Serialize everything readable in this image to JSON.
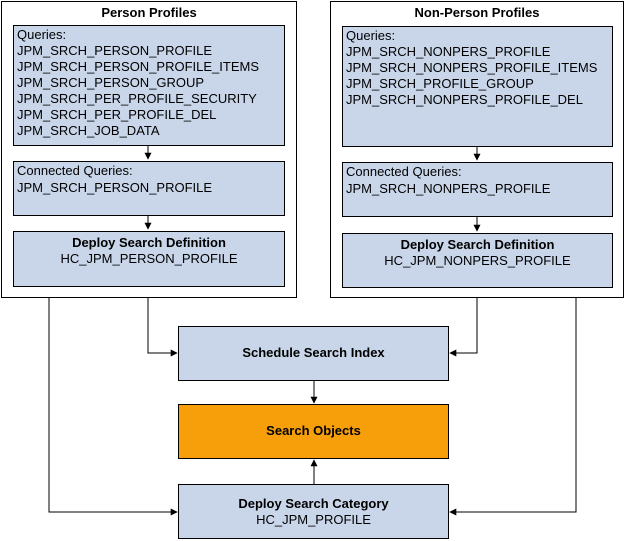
{
  "person_profiles": {
    "title": "Person Profiles",
    "queries_label": "Queries:",
    "queries": [
      "JPM_SRCH_PERSON_PROFILE",
      "JPM_SRCH_PERSON_PROFILE_ITEMS",
      "JPM_SRCH_PERSON_GROUP",
      "JPM_SRCH_PER_PROFILE_SECURITY",
      "JPM_SRCH_PER_PROFILE_DEL",
      "JPM_SRCH_JOB_DATA"
    ],
    "connected_label": "Connected Queries:",
    "connected_query": "JPM_SRCH_PERSON_PROFILE",
    "deploy_title": "Deploy Search Definition",
    "deploy_name": "HC_JPM_PERSON_PROFILE"
  },
  "nonperson_profiles": {
    "title": "Non-Person Profiles",
    "queries_label": "Queries:",
    "queries": [
      "JPM_SRCH_NONPERS_PROFILE",
      "JPM_SRCH_NONPERS_PROFILE_ITEMS",
      "JPM_SRCH_PROFILE_GROUP",
      "JPM_SRCH_NONPERS_PROFILE_DEL"
    ],
    "connected_label": "Connected Queries:",
    "connected_query": "JPM_SRCH_NONPERS_PROFILE",
    "deploy_title": "Deploy Search Definition",
    "deploy_name": "HC_JPM_NONPERS_PROFILE"
  },
  "schedule": {
    "title": "Schedule Search Index"
  },
  "search_objects": {
    "title": "Search Objects"
  },
  "deploy_category": {
    "title": "Deploy Search Category",
    "name": "HC_JPM_PROFILE"
  },
  "colors": {
    "box_fill": "#c9d6ea",
    "highlight_fill": "#f79f0a"
  }
}
